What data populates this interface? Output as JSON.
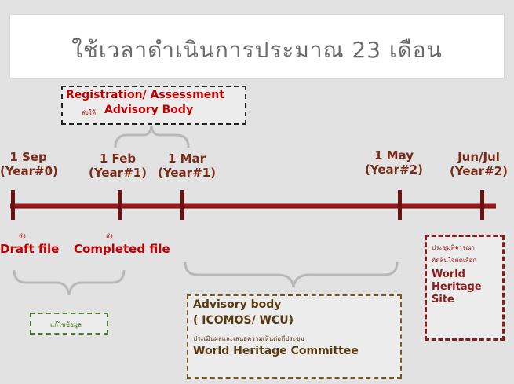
{
  "title": "ใช้เวลาดำเนินการประมาณ 23 เดือน",
  "registration": {
    "line1": "Registration/ Assessment",
    "prefix": "ส่งให้",
    "line2": "Advisory Body"
  },
  "milestones": [
    {
      "date": "1 Sep",
      "year": "(Year#0)"
    },
    {
      "date": "1 Feb",
      "year": "(Year#1)"
    },
    {
      "date": "1 Mar",
      "year": "(Year#1)"
    },
    {
      "date": "1 May",
      "year": "(Year#2)"
    },
    {
      "date": "Jun/Jul",
      "year": "(Year#2)"
    }
  ],
  "draft": {
    "small": "ส่ง",
    "label": "Draft file"
  },
  "completed": {
    "small": "ส่ง",
    "label": "Completed file"
  },
  "fix": {
    "label": "แก้ไขข้อมูล"
  },
  "advisory": {
    "line1": "Advisory body",
    "line2": "( ICOMOS/ WCU)",
    "small": "ประเมินผลและเสนอความเห็นต่อที่ประชุม",
    "line3": "World Heritage Committee"
  },
  "whc": {
    "small1": "ประชุมพิจารณา",
    "small2": "ตัดสินใจคัดเลือก",
    "line1": "World",
    "line2": "Heritage",
    "line3": "Site"
  },
  "colors": {
    "timeline": "#a01818",
    "dates": "#7a2a17",
    "accent_red": "#c00000"
  }
}
